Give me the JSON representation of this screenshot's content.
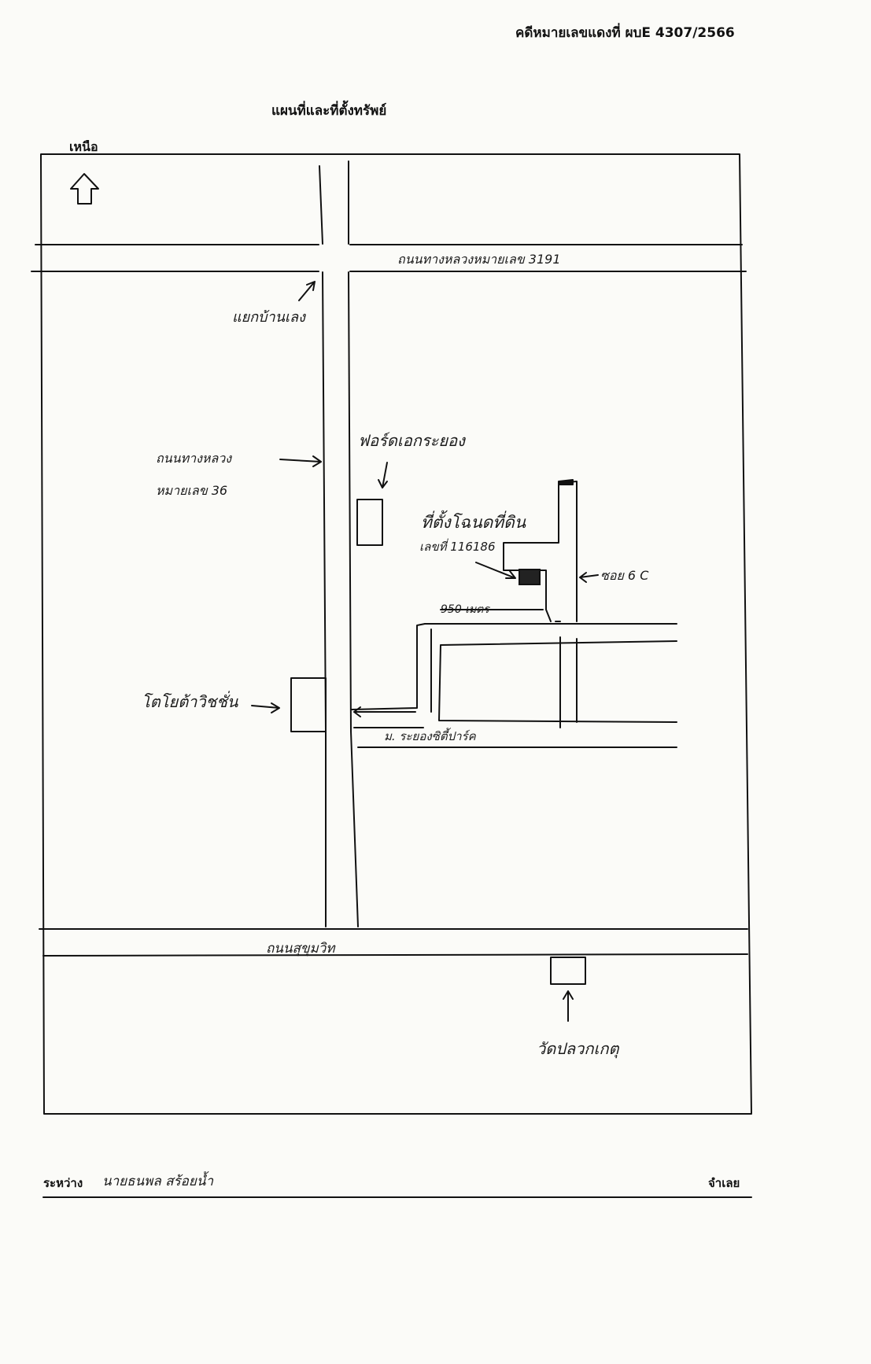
{
  "header": {
    "case_number": "คดีหมายเลขแดงที่ ผบE 4307/2566",
    "title": "แผนที่และที่ตั้งทรัพย์",
    "north_label": "เหนือ"
  },
  "map": {
    "roads": {
      "highway_3191": "ถนนทางหลวงหมายเลข 3191",
      "highway_36_line1": "ถนนทางหลวง",
      "highway_36_line2": "หมายเลข 36",
      "sukhumvit": "ถนนสุขุมวิท",
      "soi_6c": "ซอย 6 C",
      "village": "ม. ระยองซิตี้ปาร์ค"
    },
    "landmarks": {
      "junction": "แยกบ้านเลง",
      "ford_rayong": "ฟอร์ดเอกระยอง",
      "toyota": "โตโยต้าวิชชั่น",
      "wat": "วัดปลวกเกตุ"
    },
    "property": {
      "label_line1": "ที่ตั้งโฉนดที่ดิน",
      "label_line2": "เลขที่ 116186",
      "distance": "950 เมตร"
    }
  },
  "footer": {
    "between_label": "ระหว่าง",
    "party_name": "นายธนพล สร้อยน้ำ",
    "defendant_label": "จำเลย"
  }
}
